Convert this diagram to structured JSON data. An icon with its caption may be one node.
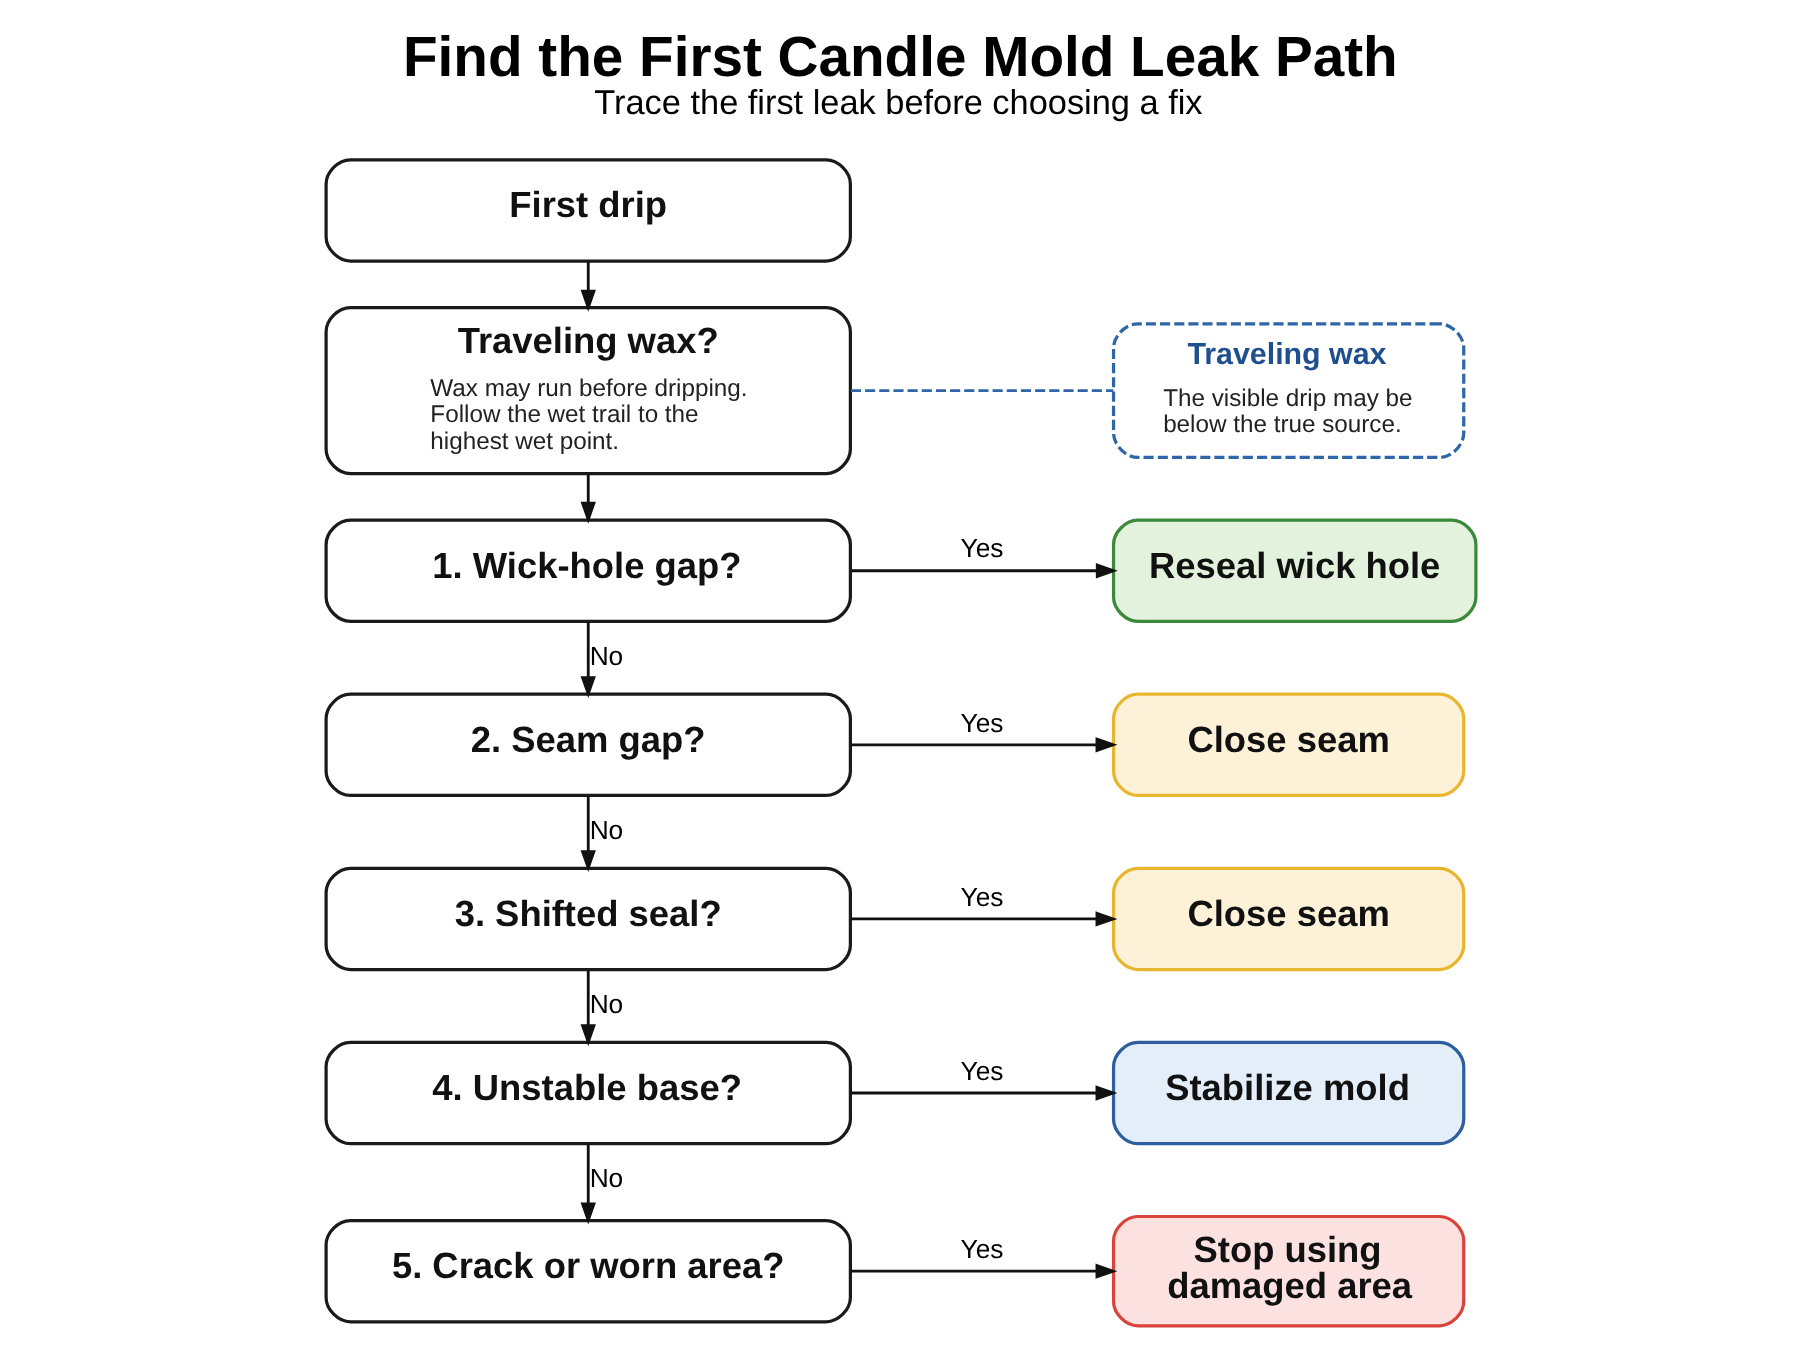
{
  "diagram": {
    "title": "Find the First Candle Mold Leak Path",
    "caption": "Trace the first leak before choosing a fix",
    "nodes": [
      {
        "text": [
          "First drip"
        ]
      },
      {
        "text": [
          "Traveling wax?",
          "Wax may run before dripping. Follow the wet trail to the highest wet point."
        ]
      },
      {
        "text": [
          "Traveling wax",
          "The visible drip may be below the true source."
        ]
      },
      {
        "text": [
          "1. Wick-hole gap?"
        ]
      },
      {
        "text": [
          "Reseal wick hole"
        ]
      },
      {
        "text": [
          "2. Seam gap?"
        ]
      },
      {
        "text": [
          "Close seam"
        ]
      },
      {
        "text": [
          "3. Shifted seal?"
        ]
      },
      {
        "text": [
          "Close seam"
        ]
      },
      {
        "text": [
          "4. Unstable base?"
        ]
      },
      {
        "text": [
          "Stabilize mold"
        ]
      },
      {
        "text": [
          "5. Crack or worn area?"
        ]
      },
      {
        "text": [
          "Stop using damaged area"
        ]
      }
    ],
    "edges": [
      {
        "from": 0,
        "to": 1,
        "arrow": "to"
      },
      {
        "from": 1,
        "to": 2,
        "arrow": "none",
        "style": "dashed",
        "color": "#2f66a8"
      },
      {
        "from": 1,
        "to": 3,
        "arrow": "to"
      },
      {
        "from": 3,
        "to": 4,
        "arrow": "to",
        "label": "Yes"
      },
      {
        "from": 3,
        "to": 5,
        "arrow": "to",
        "label": "No"
      },
      {
        "from": 5,
        "to": 6,
        "arrow": "to",
        "label": "Yes"
      },
      {
        "from": 5,
        "to": 7,
        "arrow": "to",
        "label": "No"
      },
      {
        "from": 7,
        "to": 8,
        "arrow": "to",
        "label": "Yes"
      },
      {
        "from": 7,
        "to": 9,
        "arrow": "to",
        "label": "No"
      },
      {
        "from": 9,
        "to": 10,
        "arrow": "to",
        "label": "Yes"
      },
      {
        "from": 9,
        "to": 11,
        "arrow": "to",
        "label": "No"
      },
      {
        "from": 11,
        "to": 12,
        "arrow": "to",
        "label": "Yes"
      }
    ]
  }
}
